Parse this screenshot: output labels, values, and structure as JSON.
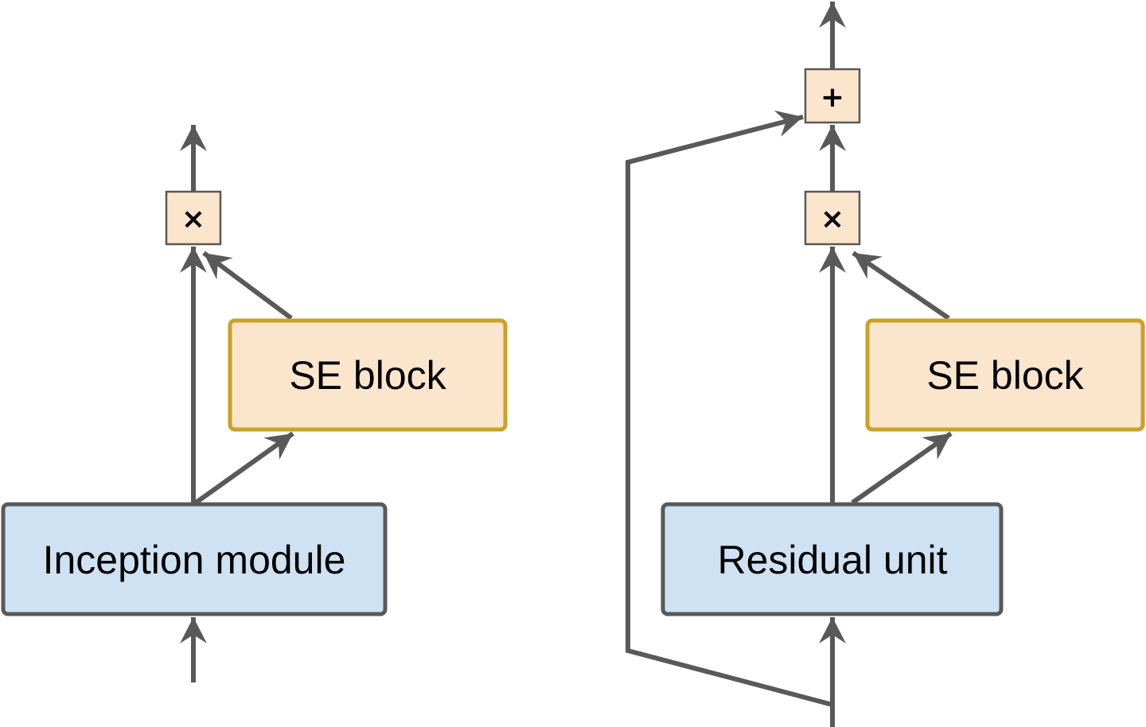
{
  "left": {
    "module_label": "Inception module",
    "se_label": "SE block",
    "op_symbol": "×"
  },
  "right": {
    "module_label": "Residual unit",
    "se_label": "SE block",
    "mult_symbol": "×",
    "add_symbol": "+"
  },
  "colors": {
    "module_fill": "#cfe2f3",
    "se_fill": "#fce5cd",
    "se_border": "#c9a227",
    "edge": "#595959"
  }
}
